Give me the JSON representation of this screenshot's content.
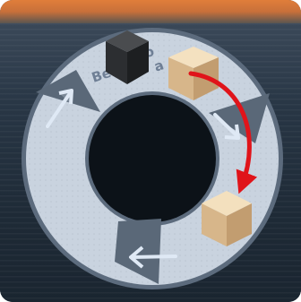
{
  "board": {
    "ring_label_line1": "Be",
    "ring_label_line1_tail": "ro",
    "ring_label_line2_tail": "a",
    "colors": {
      "ring_fill": "#c9d3df",
      "ring_edge": "#5c6b7d",
      "hole": "#0c1218",
      "arrow_gray": "#5a6878",
      "arrow_light": "#dfe9f5",
      "red_arrow": "#e0141a",
      "tan_cube_top": "#f2dcb6",
      "tan_cube_left": "#d7b68a",
      "tan_cube_right": "#c29d70",
      "dark_cube_top": "#4a4c4f",
      "dark_cube_left": "#2c2e31",
      "dark_cube_right": "#1d1f21"
    },
    "pieces": [
      {
        "name": "dark-cube",
        "kind": "cube",
        "color": "dark"
      },
      {
        "name": "tan-cube-start",
        "kind": "cube",
        "color": "tan"
      },
      {
        "name": "tan-cube-end",
        "kind": "cube",
        "color": "tan"
      }
    ],
    "arrows": [
      {
        "name": "ring-arrow-top-left",
        "icon": "arrow-up-left-icon"
      },
      {
        "name": "ring-arrow-right",
        "icon": "arrow-down-right-icon"
      },
      {
        "name": "ring-arrow-bottom",
        "icon": "arrow-left-icon"
      },
      {
        "name": "move-arrow",
        "icon": "curved-arrow-icon"
      }
    ]
  }
}
